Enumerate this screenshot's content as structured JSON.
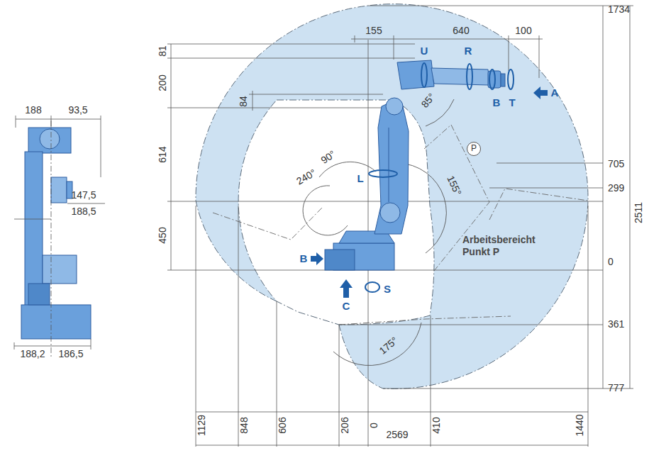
{
  "diagram": {
    "labels": [
      "155",
      "640",
      "100",
      "1734",
      "81",
      "200",
      "84",
      "614",
      "450",
      "U",
      "R",
      "B",
      "T",
      "A",
      "P",
      "85°",
      "90°",
      "240°",
      "L",
      "155°",
      "705",
      "2511",
      "299",
      "0",
      "Arbeitsbereicht Punkt P",
      "B",
      "S",
      "C",
      "361",
      "175°",
      "777",
      "1129",
      "848",
      "606",
      "206",
      "0",
      "410",
      "1440",
      "2569",
      "188",
      "93,5",
      "147,5",
      "188,5",
      "188,2",
      "186,5"
    ]
  }
}
